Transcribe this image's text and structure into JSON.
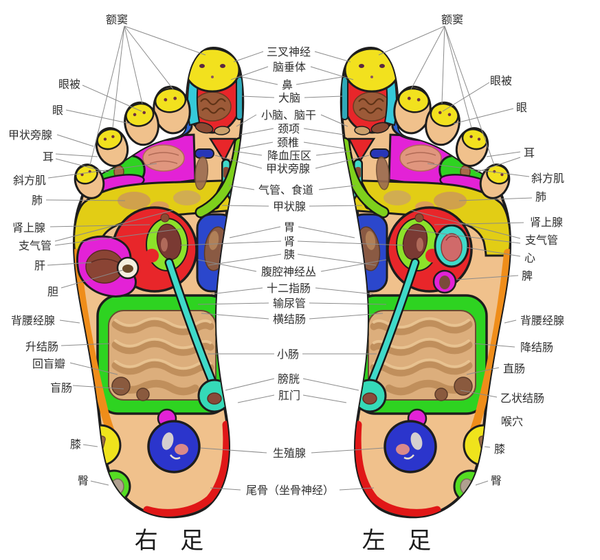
{
  "diagram": {
    "type": "foot-reflexology-chart",
    "language": "zh-CN",
    "footer": {
      "right_foot": "右 足",
      "left_foot": "左 足"
    }
  },
  "labels": {
    "center": [
      {
        "id": "trigeminal-nerve",
        "text": "三叉神经"
      },
      {
        "id": "pituitary",
        "text": "脑垂体"
      },
      {
        "id": "nose",
        "text": "鼻"
      },
      {
        "id": "cerebrum",
        "text": "大脑"
      },
      {
        "id": "cerebellum-brainstem",
        "text": "小脑、脑干"
      },
      {
        "id": "nape",
        "text": "颈项"
      },
      {
        "id": "cervical-vertebra",
        "text": "颈椎"
      },
      {
        "id": "blood-pressure-area",
        "text": "降血压区"
      },
      {
        "id": "parathyroid",
        "text": "甲状旁腺"
      },
      {
        "id": "trachea-esophagus",
        "text": "气管、食道"
      },
      {
        "id": "thyroid",
        "text": "甲状腺"
      },
      {
        "id": "stomach",
        "text": "胃"
      },
      {
        "id": "kidney",
        "text": "肾"
      },
      {
        "id": "pancreas",
        "text": "胰"
      },
      {
        "id": "celiac-plexus",
        "text": "腹腔神经丛"
      },
      {
        "id": "duodenum",
        "text": "十二指肠"
      },
      {
        "id": "ureter",
        "text": "输尿管"
      },
      {
        "id": "transverse-colon",
        "text": "横结肠"
      },
      {
        "id": "small-intestine",
        "text": "小肠"
      },
      {
        "id": "bladder",
        "text": "膀胱"
      },
      {
        "id": "anus",
        "text": "肛门"
      },
      {
        "id": "gonad",
        "text": "生殖腺"
      },
      {
        "id": "coccyx-sciatic-nerve",
        "text": "尾骨（坐骨神经）"
      }
    ],
    "left": [
      {
        "id": "frontal-sinus",
        "text": "额窦"
      },
      {
        "id": "eyelid",
        "text": "眼被"
      },
      {
        "id": "eye",
        "text": "眼"
      },
      {
        "id": "parathyroid",
        "text": "甲状旁腺"
      },
      {
        "id": "ear",
        "text": "耳"
      },
      {
        "id": "trapezius",
        "text": "斜方肌"
      },
      {
        "id": "lung",
        "text": "肺"
      },
      {
        "id": "adrenal-gland",
        "text": "肾上腺"
      },
      {
        "id": "bronchus",
        "text": "支气管"
      },
      {
        "id": "liver",
        "text": "肝"
      },
      {
        "id": "gallbladder",
        "text": "胆"
      },
      {
        "id": "back-waist-gland",
        "text": "背腰经腺"
      },
      {
        "id": "ascending-colon",
        "text": "升结肠"
      },
      {
        "id": "ileocecal-valve",
        "text": "回盲瓣"
      },
      {
        "id": "cecum",
        "text": "盲肠"
      },
      {
        "id": "knee",
        "text": "膝"
      },
      {
        "id": "hip",
        "text": "臀"
      }
    ],
    "right": [
      {
        "id": "frontal-sinus",
        "text": "额窦"
      },
      {
        "id": "eyelid",
        "text": "眼被"
      },
      {
        "id": "eye",
        "text": "眼"
      },
      {
        "id": "ear",
        "text": "耳"
      },
      {
        "id": "trapezius",
        "text": "斜方肌"
      },
      {
        "id": "lung",
        "text": "肺"
      },
      {
        "id": "adrenal-gland",
        "text": "肾上腺"
      },
      {
        "id": "bronchus",
        "text": "支气管"
      },
      {
        "id": "heart",
        "text": "心"
      },
      {
        "id": "spleen",
        "text": "脾"
      },
      {
        "id": "back-waist-gland",
        "text": "背腰经腺"
      },
      {
        "id": "descending-colon",
        "text": "降结肠"
      },
      {
        "id": "rectum",
        "text": "直肠"
      },
      {
        "id": "sigmoid-colon",
        "text": "乙状结肠"
      },
      {
        "id": "throat-point",
        "text": "喉穴"
      },
      {
        "id": "knee",
        "text": "膝"
      },
      {
        "id": "hip",
        "text": "臀"
      }
    ]
  },
  "colors": {
    "skin": "#f0c18c",
    "outline": "#1d1d1d",
    "toe-tip-yellow": "#f2e11e",
    "zone-red": "#e8262a",
    "zone-green": "#2ed321",
    "zone-magenta": "#e322d6",
    "zone-yellow-band": "#e2cd15",
    "zone-blue": "#2b47cc",
    "zone-eye-blue": "#2b62d0",
    "zone-cyan": "#3fd9c9",
    "zone-thyroid-green": "#7ed01c",
    "zone-orange-band": "#ef8d1a",
    "heel-red-band": "#e01717",
    "kidney-green": "#8ce22a",
    "intestine-tan": "#dcae7c",
    "leader-line": "#8a8a8a"
  }
}
